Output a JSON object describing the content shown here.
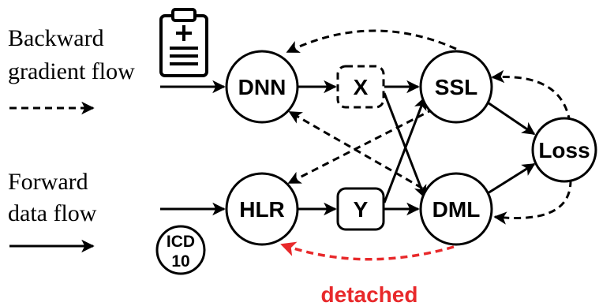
{
  "legend": {
    "backward_line1": "Backward",
    "backward_line2": "gradient flow",
    "forward_line1": "Forward",
    "forward_line2": "data flow"
  },
  "nodes": {
    "dnn": "DNN",
    "x": "X",
    "ssl": "SSL",
    "hlr": "HLR",
    "y": "Y",
    "dml": "DML",
    "loss": "Loss"
  },
  "icd": {
    "line1": "ICD",
    "line2": "10"
  },
  "detached_label": "detached",
  "colors": {
    "line": "#000000",
    "detached": "#e8292b",
    "background": "#ffffff"
  },
  "icons": {
    "clinical_notes": "clipboard-icon"
  }
}
